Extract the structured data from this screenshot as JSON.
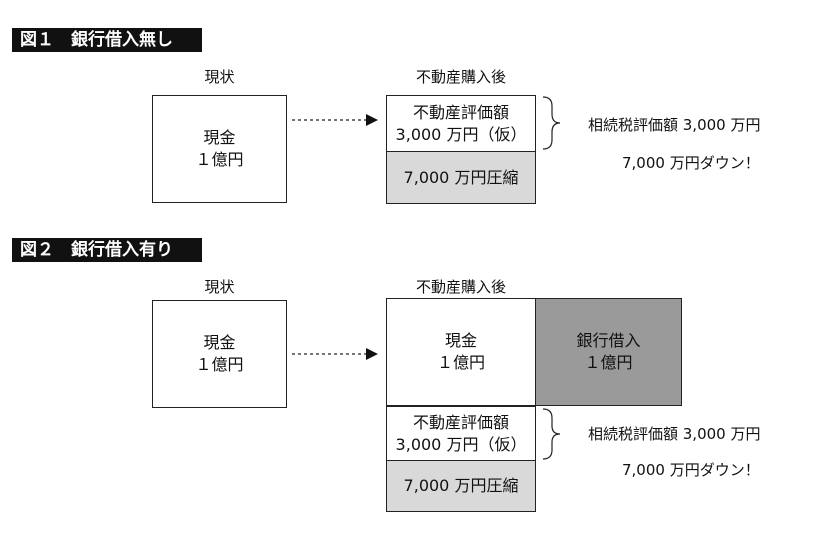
{
  "figure1": {
    "title": "図１　銀行借入無し",
    "current_heading": "現状",
    "after_heading": "不動産購入後",
    "cash_box": {
      "line1": "現金",
      "line2": "１億円"
    },
    "valuation_box": {
      "line1": "不動産評価額",
      "line2": "3,000 万円（仮）"
    },
    "compression_box": "7,000 万円圧縮",
    "note_valuation": "相続税評価額 3,000 万円",
    "note_reduction": "7,000 万円ダウン！"
  },
  "figure2": {
    "title": "図２　銀行借入有り",
    "current_heading": "現状",
    "after_heading": "不動産購入後",
    "cash_box": {
      "line1": "現金",
      "line2": "１億円"
    },
    "after_cash_box": {
      "line1": "現金",
      "line2": "１億円"
    },
    "loan_box": {
      "line1": "銀行借入",
      "line2": "１億円"
    },
    "valuation_box": {
      "line1": "不動産評価額",
      "line2": "3,000 万円（仮）"
    },
    "compression_box": "7,000 万円圧縮",
    "note_valuation": "相続税評価額 3,000 万円",
    "note_reduction": "7,000 万円ダウン！"
  },
  "colors": {
    "title_bg": "#111111",
    "light_gray": "#d9d9d9",
    "dark_gray": "#9a9a9a"
  }
}
